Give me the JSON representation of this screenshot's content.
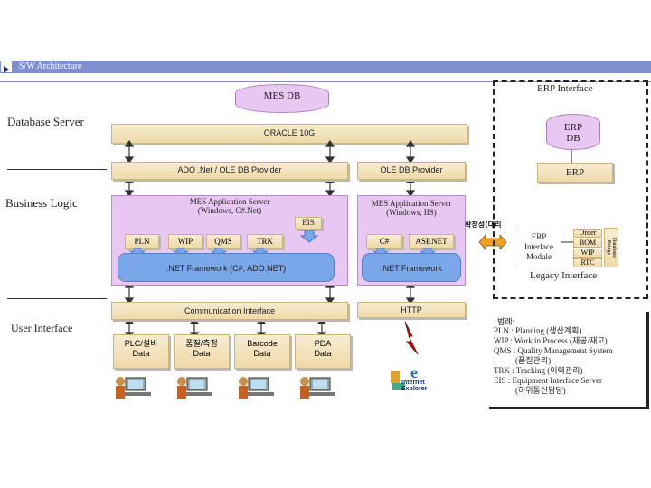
{
  "header": {
    "title": "S/W Architecture"
  },
  "layers": {
    "database_server": "Database Server",
    "business_logic": "Business Logic",
    "user_interface": "User Interface"
  },
  "db": {
    "mes_db": "MES DB",
    "oracle": "ORACLE 10G",
    "erp_db": "ERP\nDB"
  },
  "providers": {
    "ado": "ADO .Net / OLE DB Provider",
    "oledb": "OLE DB Provider",
    "erp": "ERP"
  },
  "app_server_net": "MES Application Server\n(Windows, C#.Net)",
  "app_server_iis": "MES Application Server\n(Windows, IIS)",
  "modules": {
    "eis": "EIS",
    "pln": "PLN",
    "wip": "WIP",
    "qms": "QMS",
    "trk": "TRK",
    "csharp": "C#",
    "aspnet": "ASP.NET"
  },
  "frameworks": {
    "net_full": ".NET Framework (C#, ADO.NET)",
    "net": ".NET Framework"
  },
  "comm": {
    "communication": "Communication Interface",
    "http": "HTTP"
  },
  "clients": [
    "PLC/설비\nData",
    "품질/측정\nData",
    "Barcode\nData",
    "PDA\nData"
  ],
  "ie_logo": "Internet\nExplorer",
  "erp_interface": {
    "title": "ERP Interface",
    "bridge_label": "확장성(대리",
    "module": "ERP\nInterface\nModule",
    "items": [
      "Order",
      "BOM",
      "WIP",
      "RTC"
    ],
    "database_bridge": "Database\nBridge",
    "legacy": "Legacy Interface"
  },
  "legend": {
    "title": "범례:",
    "lines": [
      "PLN : Planning (생산계획)",
      "WIP : Work in Process (재공/재고)",
      "QMS : Quality Management System",
      "(품질관리)",
      "TRK : Tracking (이력관리)",
      "EIS : Equipment Interface Server",
      "(하위통신담당)"
    ]
  }
}
